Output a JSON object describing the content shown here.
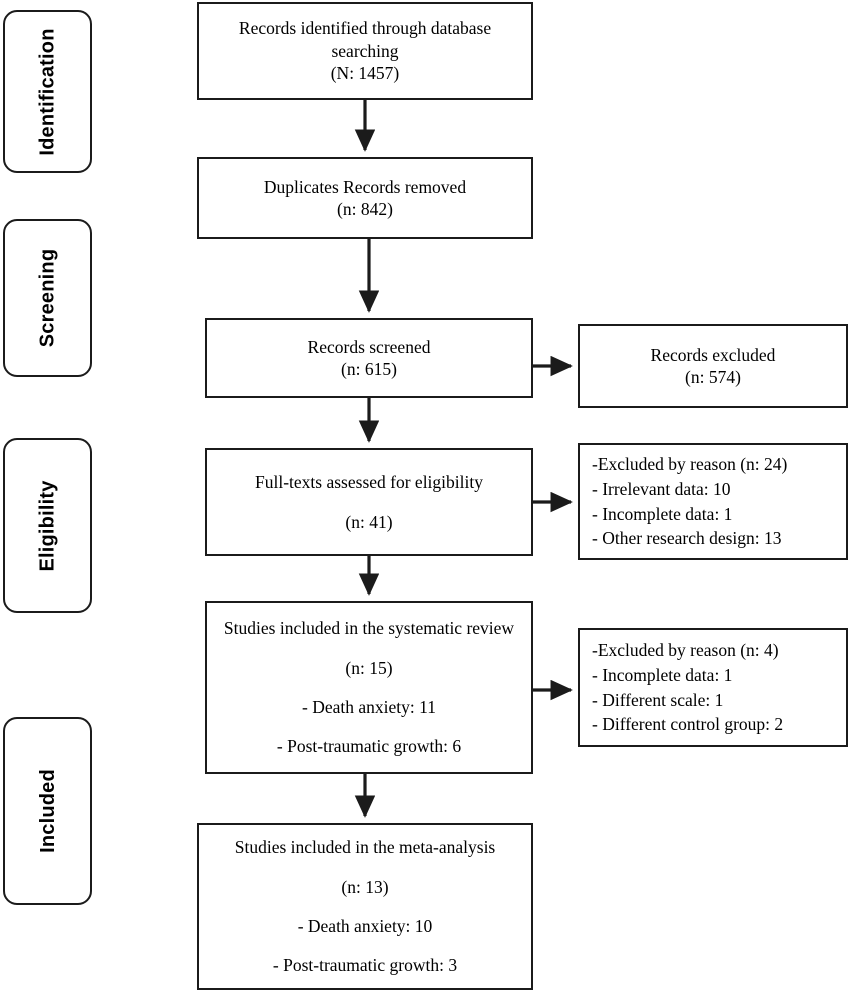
{
  "diagram": {
    "type": "prisma-flow-diagram",
    "title": "PRISMA study selection flow diagram",
    "phases": [
      {
        "id": "identification",
        "label": "Identification"
      },
      {
        "id": "screening",
        "label": "Screening"
      },
      {
        "id": "eligibility",
        "label": "Eligibility"
      },
      {
        "id": "included",
        "label": "Included"
      }
    ],
    "nodes": {
      "identified": {
        "name": "records-identified-box",
        "lines": [
          "Records identified through database",
          "searching",
          "(N: 1457)"
        ],
        "count_label": "(N: 1457)",
        "count": 1457
      },
      "duplicates": {
        "name": "duplicates-removed-box",
        "lines": [
          "Duplicates Records removed",
          "(n: 842)"
        ],
        "count_label": "(n: 842)",
        "count": 842
      },
      "screened": {
        "name": "records-screened-box",
        "lines": [
          "Records screened",
          "(n: 615)"
        ],
        "count_label": "(n: 615)",
        "count": 615
      },
      "records_excluded": {
        "name": "records-excluded-box",
        "lines": [
          "Records excluded",
          "(n: 574)"
        ],
        "count_label": "(n: 574)",
        "count": 574
      },
      "fulltext": {
        "name": "full-texts-assessed-box",
        "lines": [
          "Full-texts assessed for eligibility",
          "(n: 41)"
        ],
        "count_label": "(n: 41)",
        "count": 41
      },
      "excluded_eligibility": {
        "name": "excluded-by-reason-eligibility-box",
        "lines": [
          "-Excluded by reason (n: 24)",
          "- Irrelevant data: 10",
          "- Incomplete data: 1",
          "- Other research design: 13"
        ],
        "total": 24,
        "reasons": [
          {
            "label": "Irrelevant data",
            "value": 10
          },
          {
            "label": "Incomplete data",
            "value": 1
          },
          {
            "label": "Other research design",
            "value": 13
          }
        ]
      },
      "systematic_review": {
        "name": "studies-included-systematic-review-box",
        "lines": [
          "Studies included in the systematic review",
          "(n: 15)",
          "- Death anxiety: 11",
          "- Post-traumatic growth: 6"
        ],
        "count_label": "(n: 15)",
        "count": 15,
        "breakdown": [
          {
            "label": "Death anxiety",
            "value": 11
          },
          {
            "label": "Post-traumatic growth",
            "value": 6
          }
        ]
      },
      "excluded_included": {
        "name": "excluded-by-reason-included-box",
        "lines": [
          "-Excluded by reason (n: 4)",
          "- Incomplete data: 1",
          "- Different scale: 1",
          "- Different control group: 2"
        ],
        "total": 4,
        "reasons": [
          {
            "label": "Incomplete data",
            "value": 1
          },
          {
            "label": "Different scale",
            "value": 1
          },
          {
            "label": "Different control group",
            "value": 2
          }
        ]
      },
      "meta_analysis": {
        "name": "studies-included-meta-analysis-box",
        "lines": [
          "Studies included in the meta-analysis",
          "(n: 13)",
          "- Death anxiety: 10",
          "- Post-traumatic growth:  3"
        ],
        "count_label": "(n: 13)",
        "count": 13,
        "breakdown": [
          {
            "label": "Death anxiety",
            "value": 10
          },
          {
            "label": "Post-traumatic growth",
            "value": 3
          }
        ]
      }
    },
    "colors": {
      "stroke": "#1b1b1b",
      "background": "#ffffff",
      "text": "#000000"
    }
  }
}
